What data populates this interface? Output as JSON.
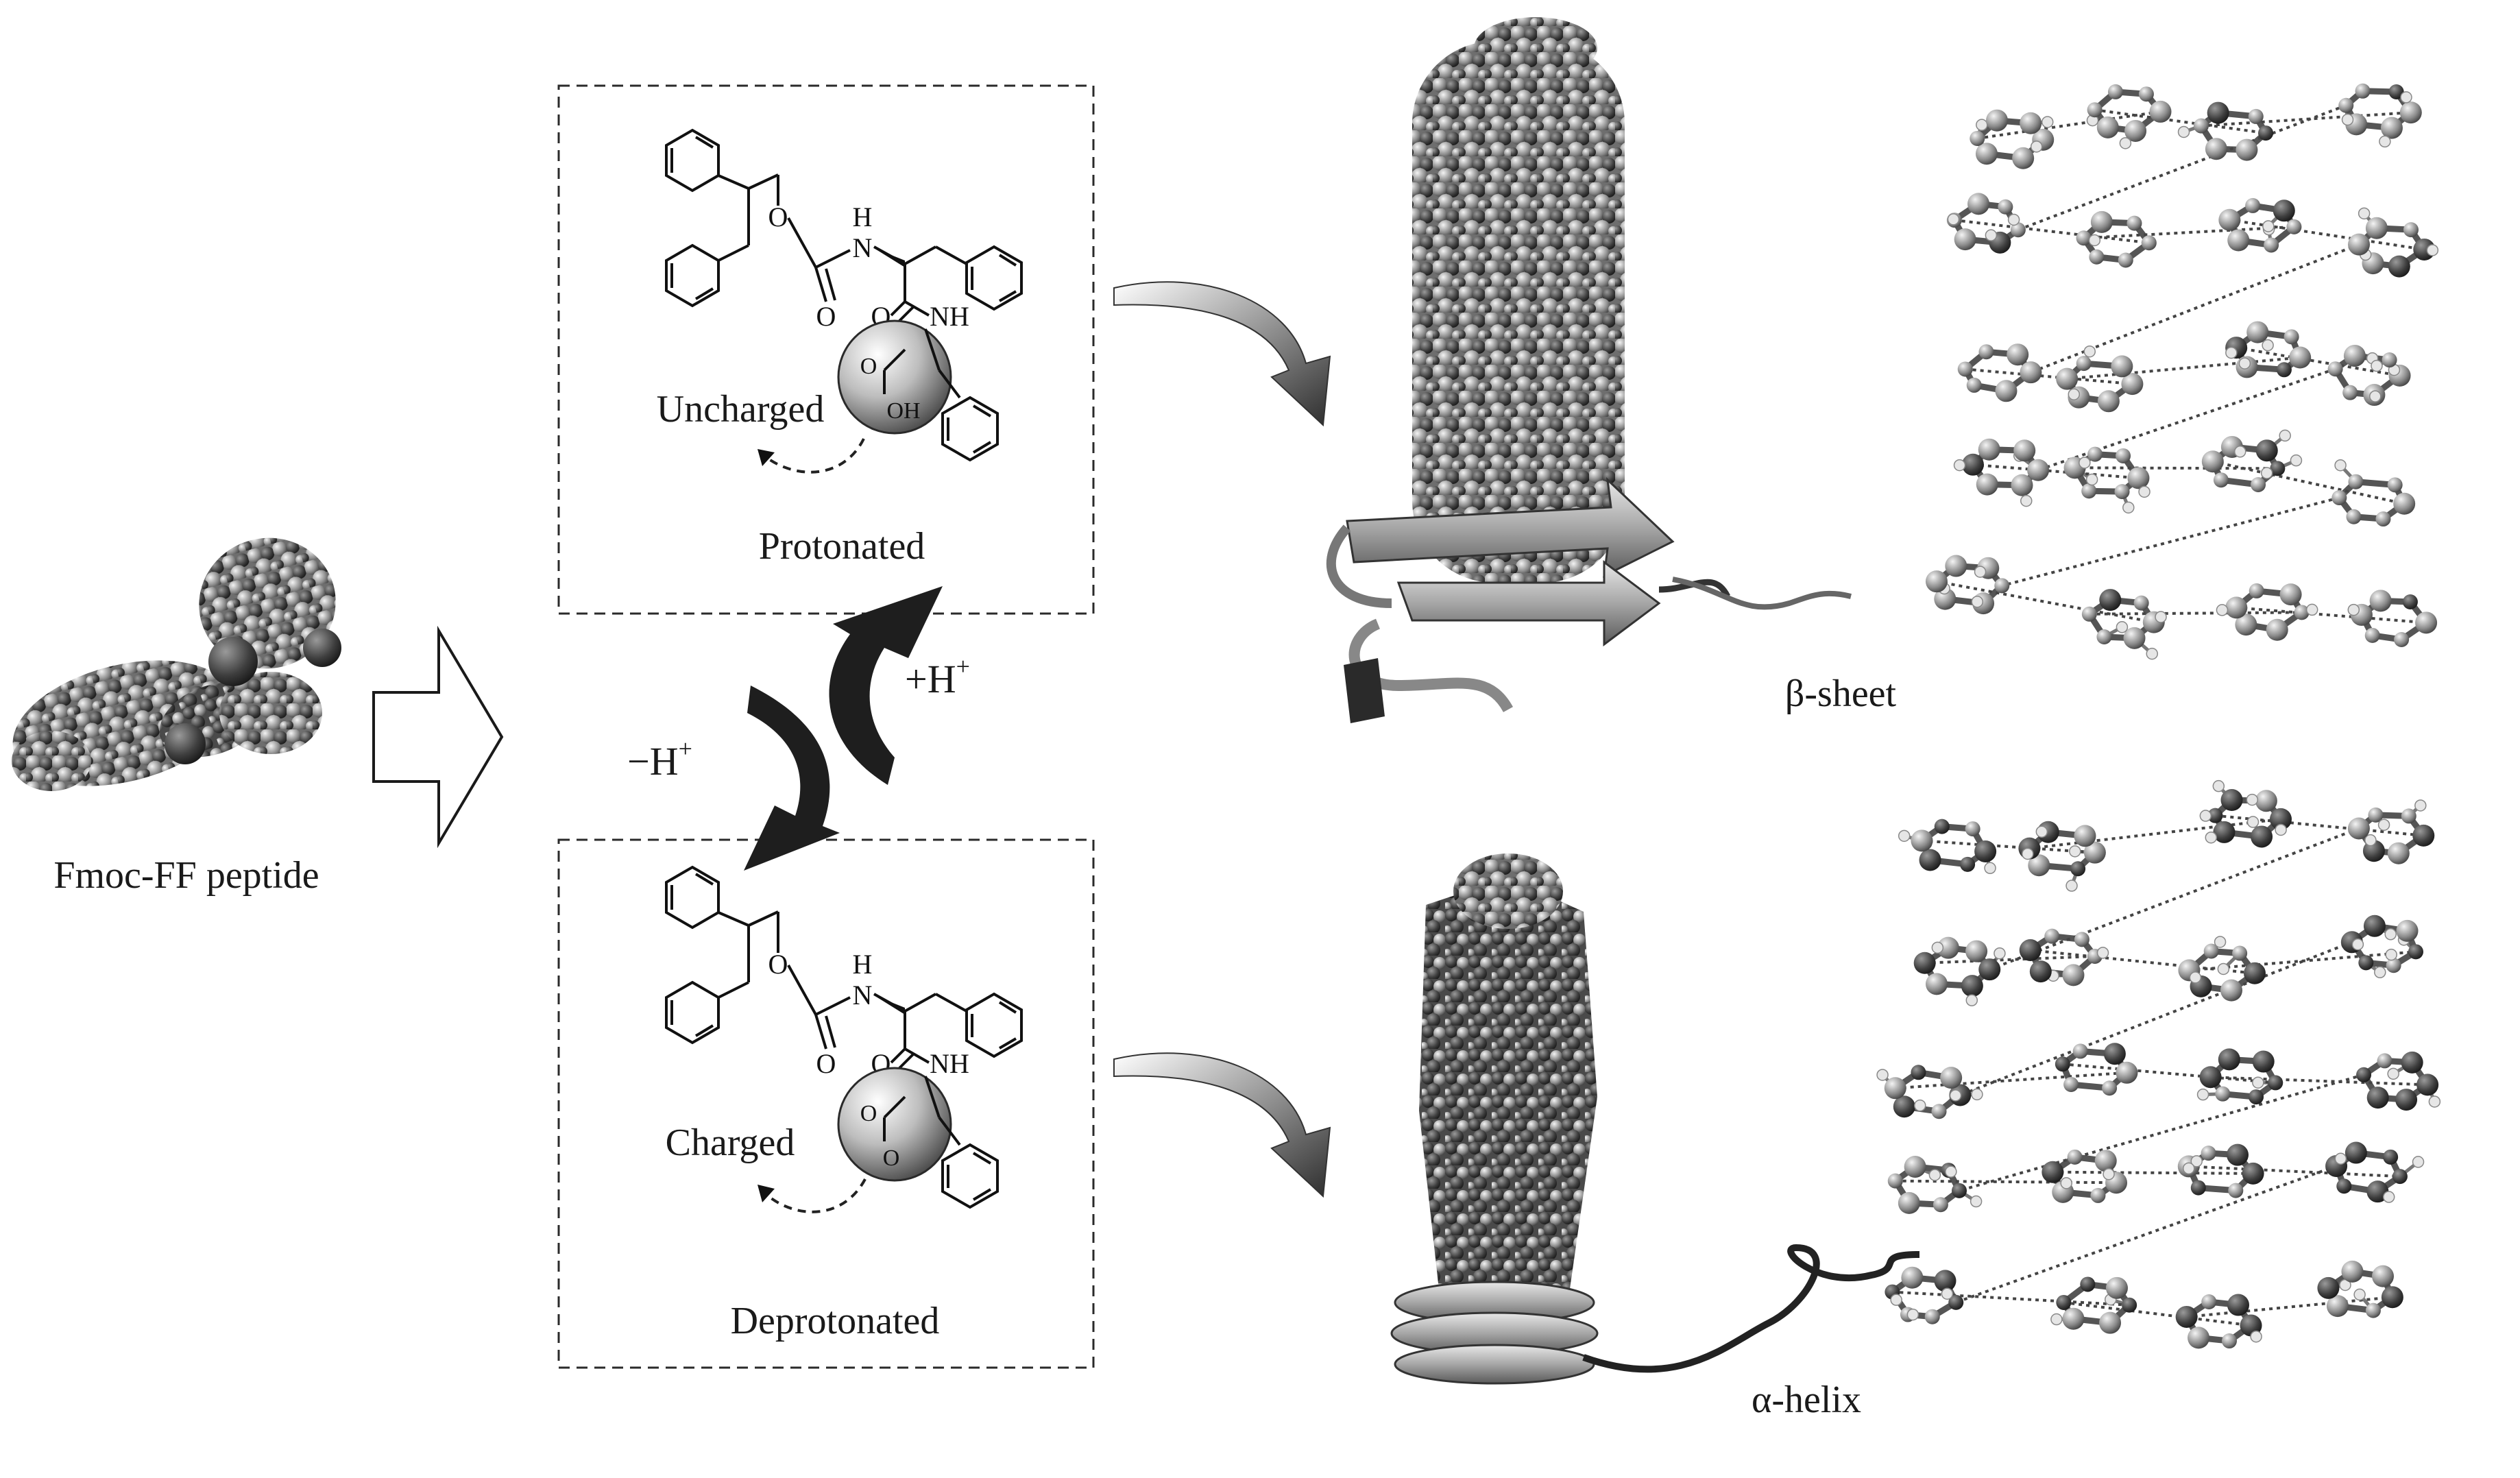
{
  "labels": {
    "peptide": "Fmoc-FF peptide",
    "protonated": "Protonated",
    "deprotonated": "Deprotonated",
    "uncharged": "Uncharged",
    "charged": "Charged",
    "plus_h": "+H",
    "minus_h": "−H",
    "h_sup": "+",
    "beta_sheet": "β-sheet",
    "alpha_helix": "α-helix"
  },
  "atoms": {
    "h": "H",
    "n": "N",
    "o": "O",
    "nh": "NH",
    "oh": "OH"
  }
}
